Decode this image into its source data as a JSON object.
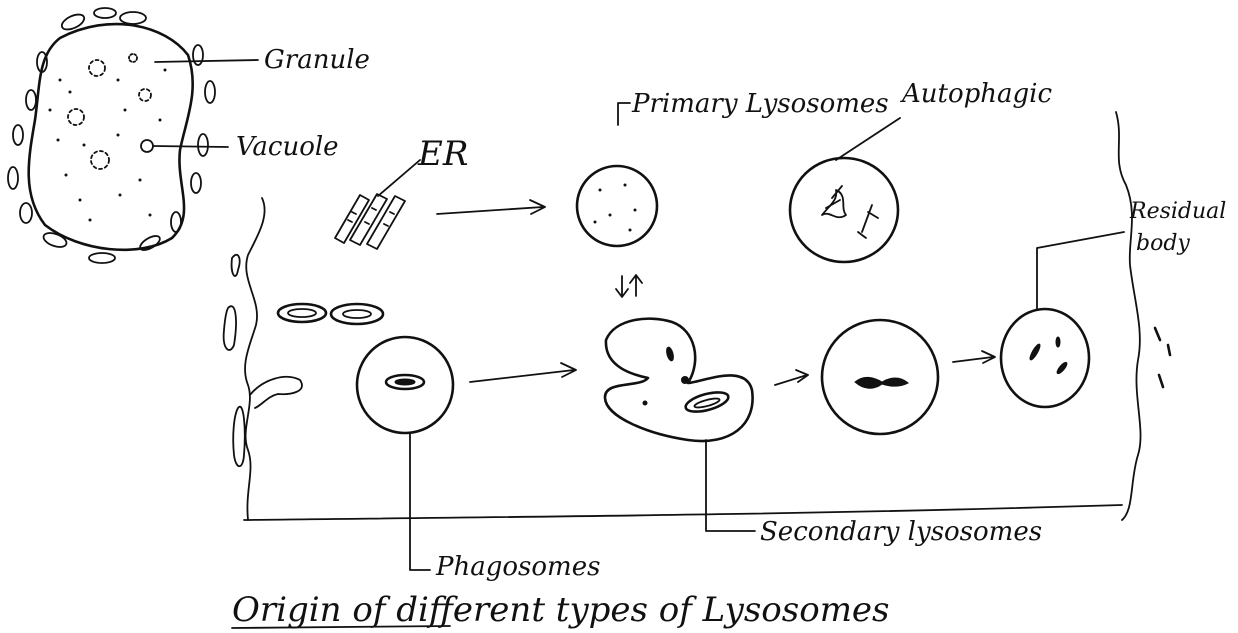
{
  "labels": {
    "granule": "Granule",
    "vacuole": "Vacuole",
    "er": "ER",
    "primary_lysosomes": "Primary Lysosomes",
    "autophagic": "Autophagic",
    "residual_body_line1": "Residual",
    "residual_body_line2": "body",
    "phagosomes": "Phagosomes",
    "secondary_lysosomes": "Secondary lysosomes",
    "caption": "Origin of different types of Lysosomes"
  }
}
